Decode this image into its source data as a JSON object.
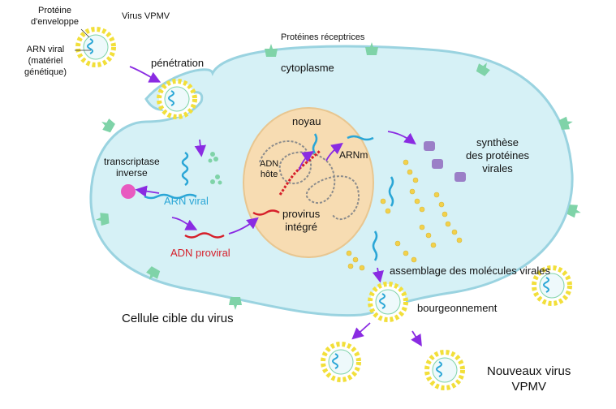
{
  "colors": {
    "cytoplasm": "#d6f1f6",
    "cell_border": "#9ad3e0",
    "nucleus": "#f7dcb2",
    "receptor": "#7fd3a8",
    "envelope": "#f2df3a",
    "viral_rna": "#2aa6d6",
    "proviral_dna": "#d61f2a",
    "arrow": "#8a2be2",
    "protein_chain": "#f2d14b",
    "ribosome": "#9b7fc7",
    "enzyme": "#e85ac0"
  },
  "labels": {
    "proteine_enveloppe": [
      "Protéine",
      "d'enveloppe"
    ],
    "virus_vpmv": "Virus VPMV",
    "arn_viral_materiel": [
      "ARN viral",
      "(matériel",
      "génétique)"
    ],
    "penetration": "pénétration",
    "proteines_receptrices": "Protéines réceptrices",
    "cytoplasme": "cytoplasme",
    "noyau": "noyau",
    "adn_hote": [
      "ADN",
      "hôte"
    ],
    "arnm": "ARNm",
    "synthese": [
      "synthèse",
      "des protéines",
      "virales"
    ],
    "transcriptase": [
      "transcriptase",
      "inverse"
    ],
    "arn_viral": "ARN viral",
    "adn_proviral": "ADN proviral",
    "provirus": [
      "provirus",
      "intégré"
    ],
    "assemblage": "assemblage des molécules virales",
    "bourgeonnement": "bourgeonnement",
    "cellule_cible": "Cellule cible du virus",
    "nouveaux_virus": [
      "Nouveaux virus",
      "VPMV"
    ]
  },
  "icons": [
    "virus-particle-icon",
    "receptor-protein-icon",
    "ribosome-icon",
    "enzyme-icon"
  ]
}
